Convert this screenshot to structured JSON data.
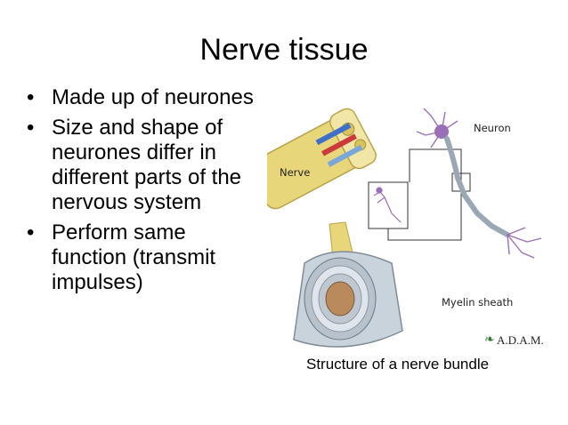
{
  "slide": {
    "title": "Nerve tissue",
    "bullets": [
      "Made up of neurones",
      "Size and shape of neurones differ in different parts of the nervous system",
      "Perform same function (transmit impulses)"
    ],
    "figure": {
      "labels": {
        "nerve": "Nerve",
        "neuron": "Neuron",
        "myelin": "Myelin sheath",
        "credit": "A.D.A.M."
      },
      "caption": "Structure of a nerve bundle"
    }
  },
  "colors": {
    "nerve_yellow": "#e8d77a",
    "myelin_gray": "#c9d3dc",
    "neuron_purple": "#9a6fb6",
    "connector_line": "#333333",
    "credit_green": "#3a7a3a"
  }
}
